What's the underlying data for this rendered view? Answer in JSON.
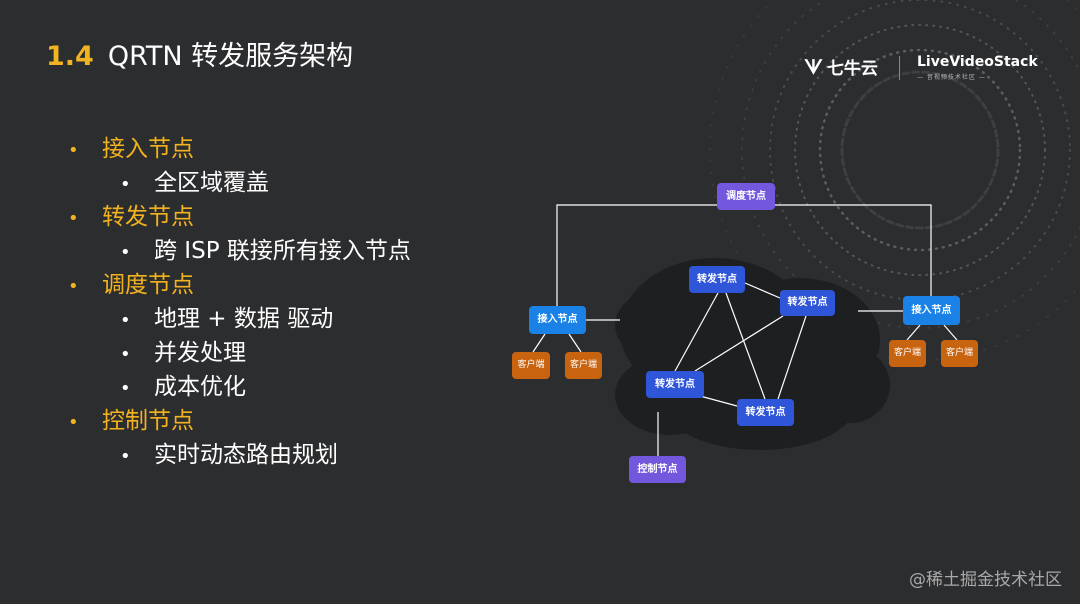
{
  "slide": {
    "title_number": "1.4",
    "title_text": "QRTN 转发服务架构"
  },
  "logo": {
    "qiniu_mark": "ᗐ",
    "qiniu_name": "七牛云",
    "lvs_name": "LiveVideoStack",
    "lvs_subtitle": "— 音视频技术社区 —"
  },
  "bullets": [
    {
      "text": "接入节点",
      "children": [
        "全区域覆盖"
      ]
    },
    {
      "text": "转发节点",
      "children": [
        "跨 ISP 联接所有接入节点"
      ]
    },
    {
      "text": "调度节点",
      "children": [
        "地理 + 数据 驱动",
        "并发处理",
        "成本优化"
      ]
    },
    {
      "text": "控制节点",
      "children": [
        "实时动态路由规划"
      ]
    }
  ],
  "diagram": {
    "scheduler": "调度节点",
    "access_left": "接入节点",
    "access_right": "接入节点",
    "forward_1": "转发节点",
    "forward_2": "转发节点",
    "forward_3": "转发节点",
    "forward_4": "转发节点",
    "control": "控制节点",
    "client_1": "客户端",
    "client_2": "客户端",
    "client_3": "客户端",
    "client_4": "客户端"
  },
  "watermark": "@稀土掘金技术社区",
  "colors": {
    "background": "#2c2d2f",
    "accent": "#f3b31f",
    "forward_node": "#2f55d8",
    "access_node": "#1a82e6",
    "control_node": "#7357dc",
    "client_node": "#c86410"
  }
}
